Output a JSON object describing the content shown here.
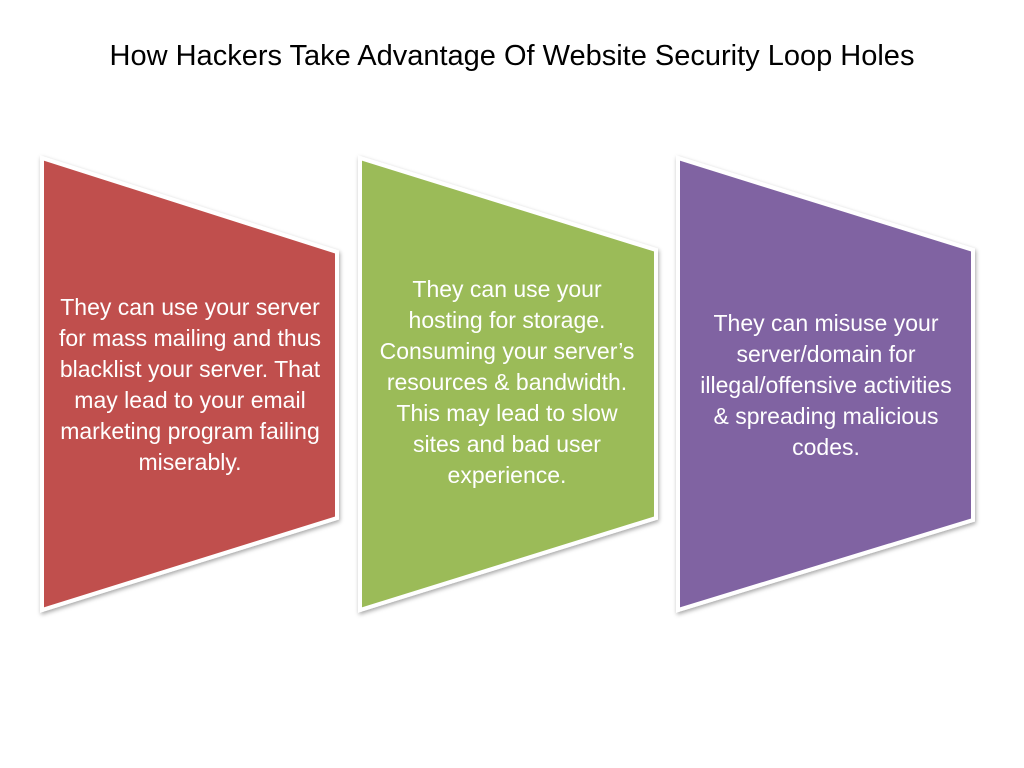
{
  "title": "How Hackers Take Advantage Of Website Security Loop Holes",
  "colors": {
    "panel_1": "#c0504d",
    "panel_2": "#9bbb59",
    "panel_3": "#8064a2",
    "panel_border": "#ffffff",
    "text": "#ffffff"
  },
  "panels": [
    {
      "text": "They can use your server for mass mailing and thus blacklist your server. That may lead to your email marketing program failing miserably."
    },
    {
      "text": "They can use your hosting for storage. Consuming your server’s resources & bandwidth. This may lead to slow sites and bad user experience."
    },
    {
      "text": "They can misuse your server/domain for illegal/offensive activities & spreading malicious codes."
    }
  ]
}
